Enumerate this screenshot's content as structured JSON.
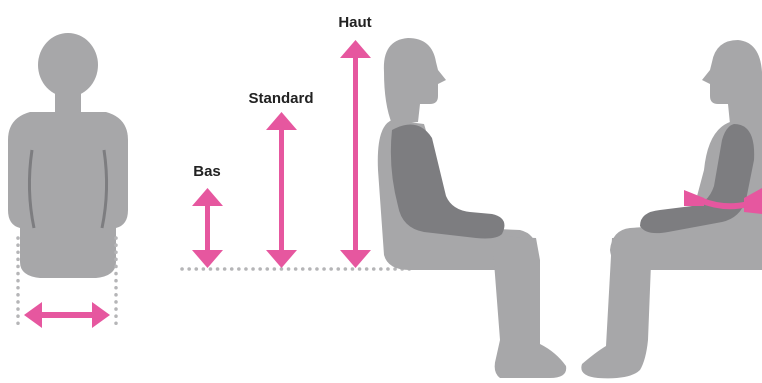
{
  "labels": {
    "low": "Bas",
    "standard": "Standard",
    "high": "Haut"
  },
  "colors": {
    "figure": "#a7a7a9",
    "figure_dark": "#7d7d80",
    "arrow": "#e6579f",
    "dots": "#b5b5b7",
    "text": "#222222"
  },
  "height_levels": [
    "low",
    "standard",
    "high"
  ]
}
